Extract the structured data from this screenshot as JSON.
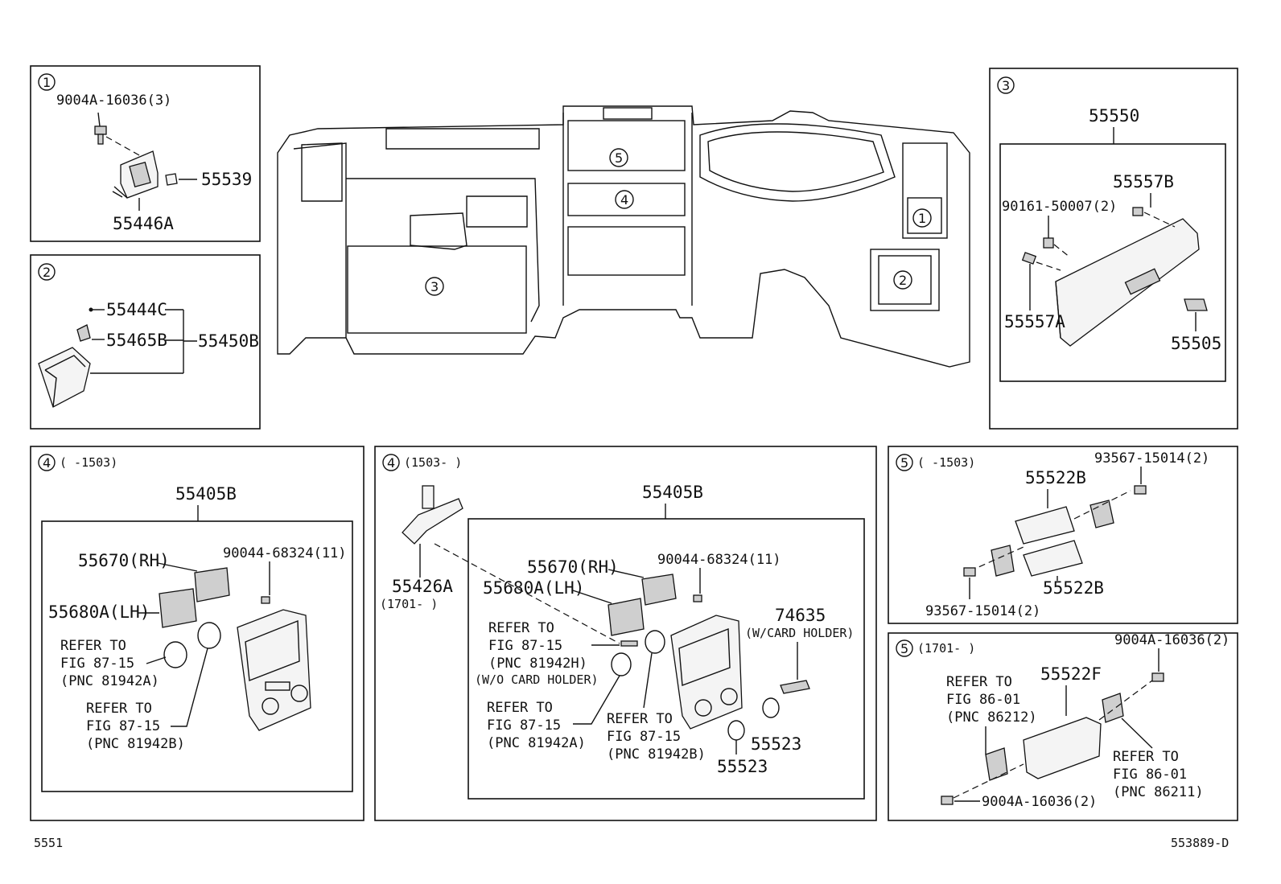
{
  "footer": {
    "left": "5551",
    "right": "553889-D"
  },
  "panel1": {
    "num": "1",
    "screw": "9004A-16036(3)",
    "part_a": "55539",
    "part_b": "55446A"
  },
  "panel2": {
    "num": "2",
    "p1": "55444C",
    "p2": "55465B",
    "assy": "55450B"
  },
  "main": {
    "c1": "1",
    "c2": "2",
    "c3": "3",
    "c4": "4",
    "c5": "5"
  },
  "panel3": {
    "num": "3",
    "assy": "55550",
    "p1": "55557B",
    "p2": "90161-50007(2)",
    "p3": "55557A",
    "p4": "55505"
  },
  "panel4a": {
    "num": "4",
    "range": "(     -1503)",
    "assy": "55405B",
    "rh": "55670(RH)",
    "lh": "55680A(LH)",
    "screw": "90044-68324(11)",
    "ref1": [
      "REFER TO",
      "FIG 87-15",
      "(PNC 81942A)"
    ],
    "ref2": [
      "REFER TO",
      "FIG 87-15",
      "(PNC 81942B)"
    ]
  },
  "panel4b": {
    "num": "4",
    "range": "(1503-     )",
    "assy": "55405B",
    "bracket": "55426A",
    "bracket_range": "(1701-     )",
    "rh": "55670(RH)",
    "lh": "55680A(LH)",
    "screw": "90044-68324(11)",
    "card": "74635",
    "card_note": "(W/CARD HOLDER)",
    "ref1": [
      "REFER TO",
      "FIG 87-15",
      "(PNC 81942H)",
      "(W/O CARD HOLDER)"
    ],
    "ref2": [
      "REFER TO",
      "FIG 87-15",
      "(PNC 81942A)"
    ],
    "ref3": [
      "REFER TO",
      "FIG 87-15",
      "(PNC 81942B)"
    ],
    "ring_a": "55523",
    "ring_b": "55523"
  },
  "panel5a": {
    "num": "5",
    "range": "(     -1503)",
    "screw_top": "93567-15014(2)",
    "upper": "55522B",
    "lower": "55522B",
    "screw_bottom": "93567-15014(2)"
  },
  "panel5b": {
    "num": "5",
    "range": "(1701-     )",
    "screw_top": "9004A-16036(2)",
    "part": "55522F",
    "ref_left": [
      "REFER TO",
      "FIG 86-01",
      "(PNC 86212)"
    ],
    "ref_right": [
      "REFER TO",
      "FIG 86-01",
      "(PNC 86211)"
    ],
    "screw_bottom": "9004A-16036(2)"
  }
}
